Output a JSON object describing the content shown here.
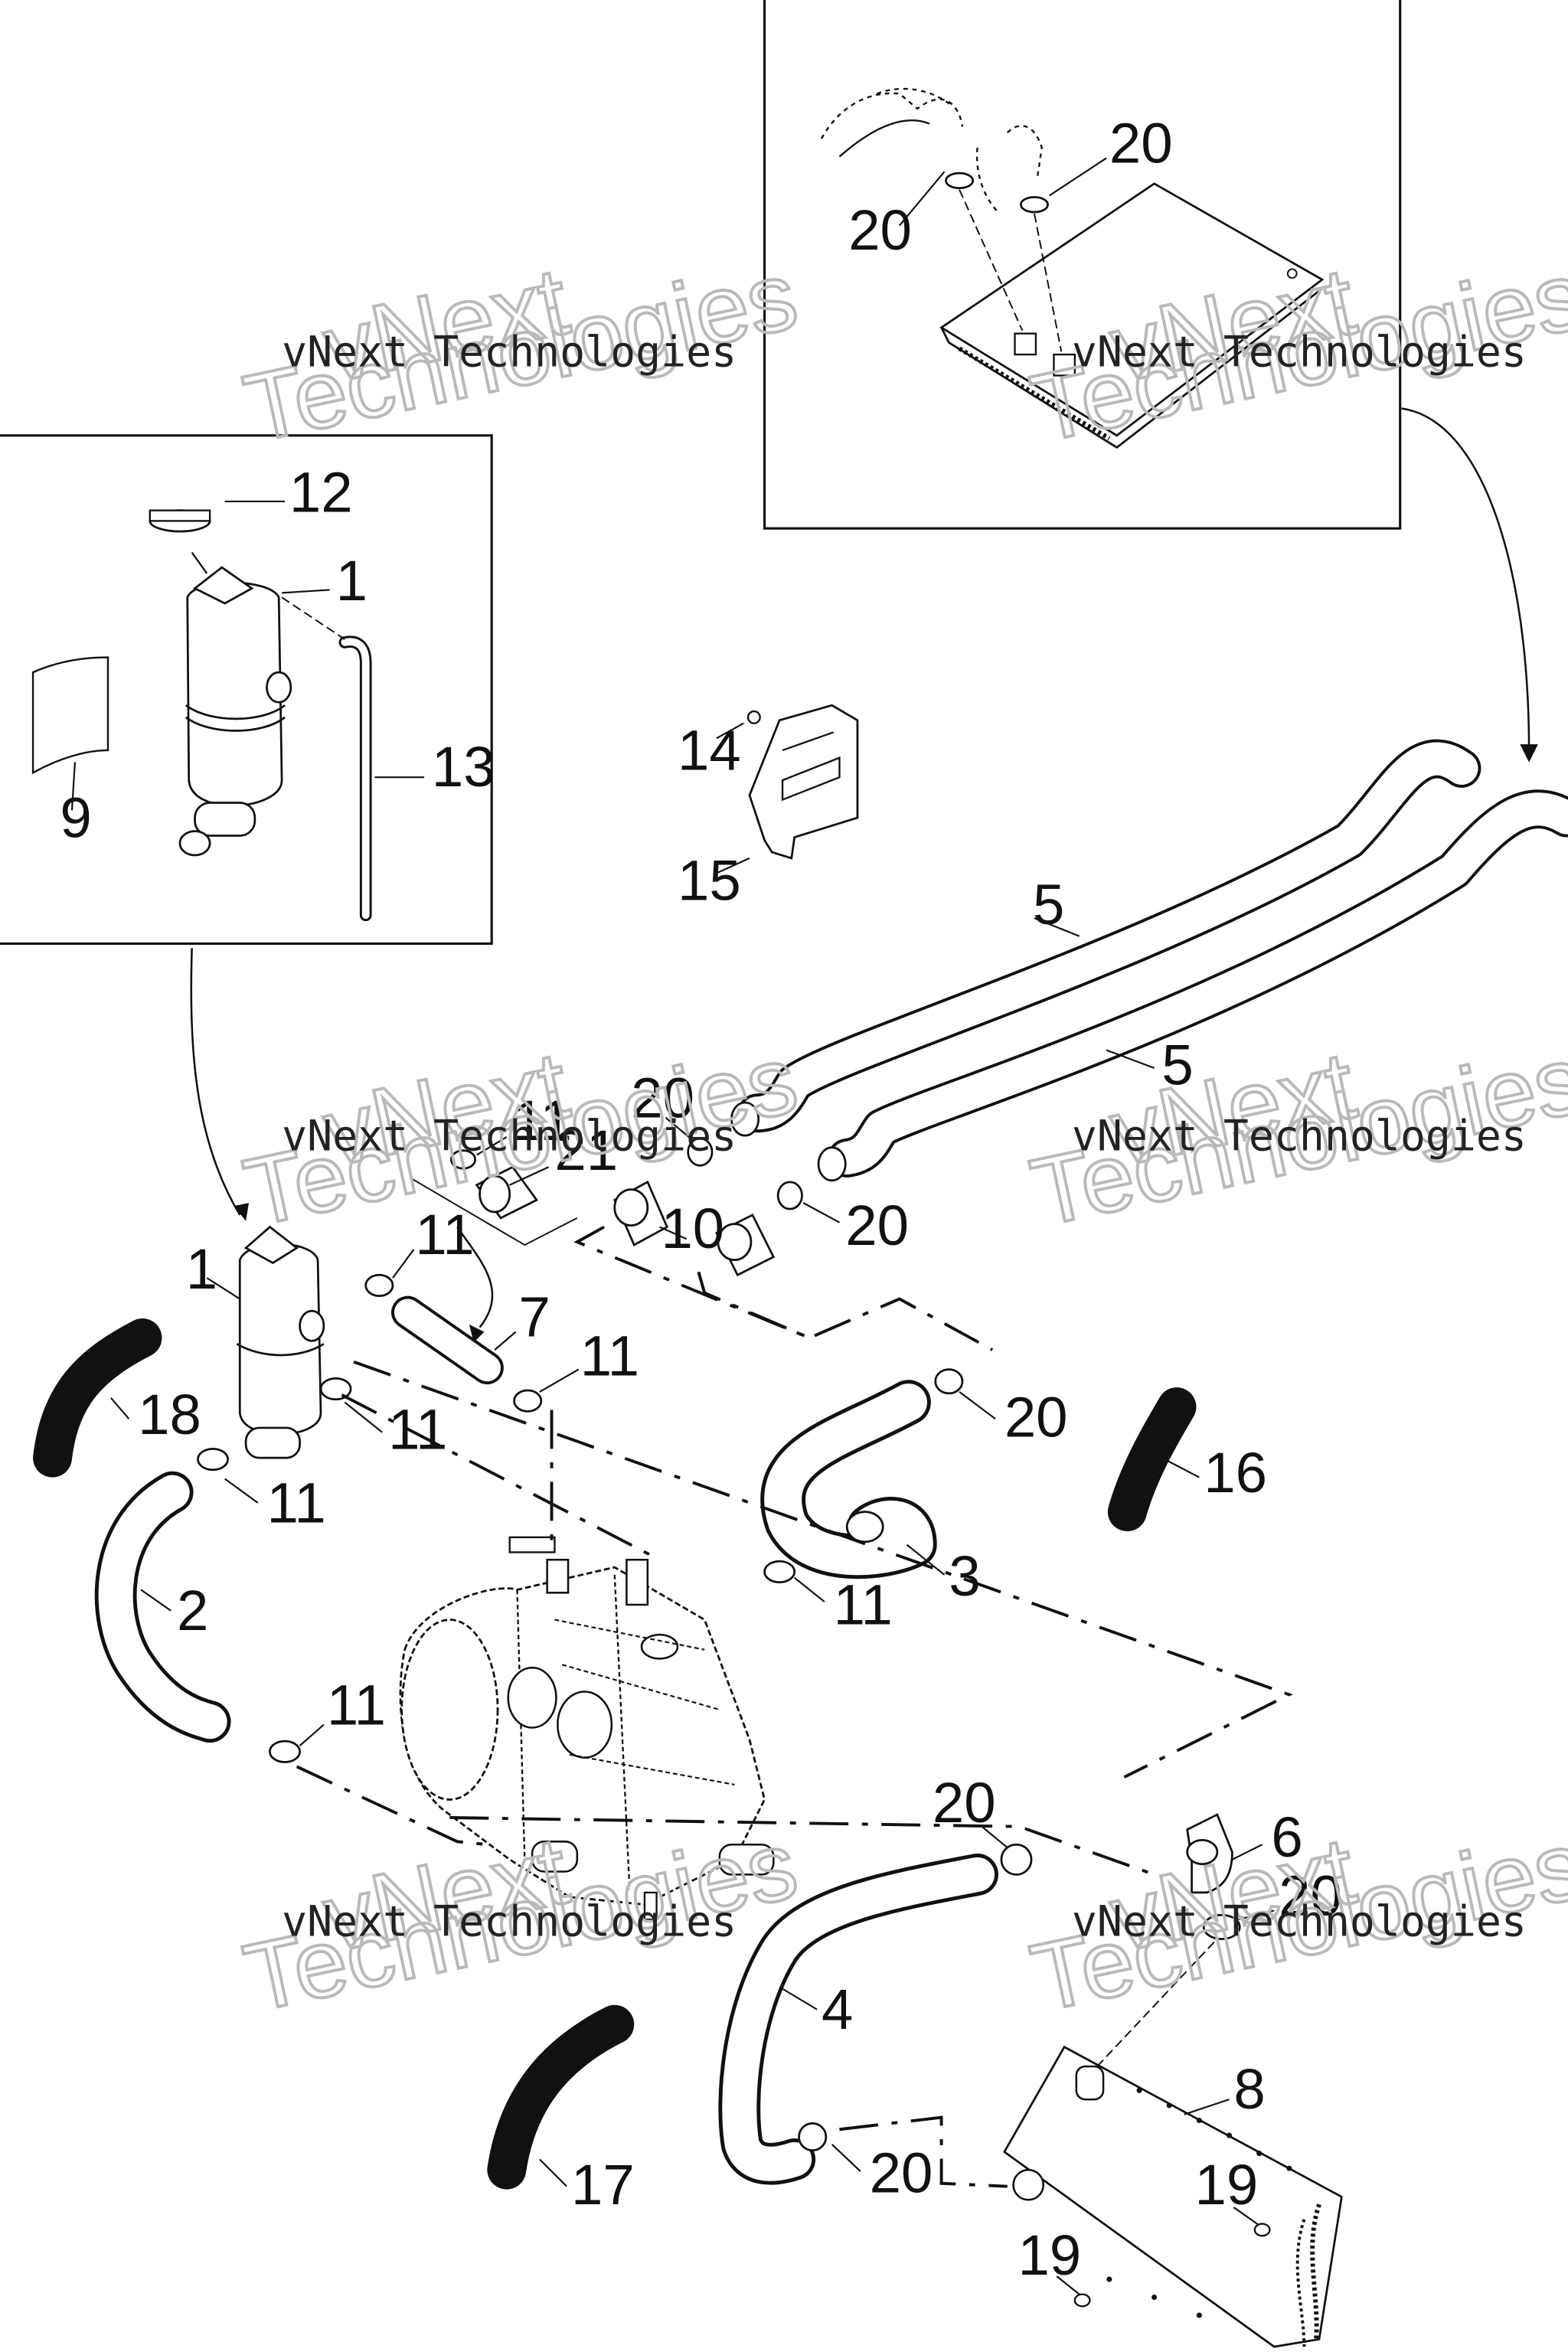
{
  "watermark": {
    "line1": "vNext Technologies",
    "line2_a": "vNext",
    "line2_b": "Technologies"
  },
  "callouts": {
    "c1_inset": "1",
    "c12": "12",
    "c13": "13",
    "c9": "9",
    "c14": "14",
    "c15": "15",
    "c5_a": "5",
    "c5_b": "5",
    "c20_top_a": "20",
    "c20_top_b": "20",
    "c20_mid_a": "20",
    "c20_mid_b": "20",
    "c20_mid_c": "20",
    "c10": "10",
    "c11_a": "11",
    "c11_b": "11",
    "c11_c": "11",
    "c11_d": "11",
    "c11_e": "11",
    "c11_f": "11",
    "c11_g": "11",
    "c21": "21",
    "c7": "7",
    "c1_main": "1",
    "c18": "18",
    "c2": "2",
    "c3": "3",
    "c16": "16",
    "c6": "6",
    "c20_low_a": "20",
    "c20_low_b": "20",
    "c20_low_c": "20",
    "c4": "4",
    "c17": "17",
    "c8": "8",
    "c19_a": "19",
    "c19_b": "19"
  }
}
